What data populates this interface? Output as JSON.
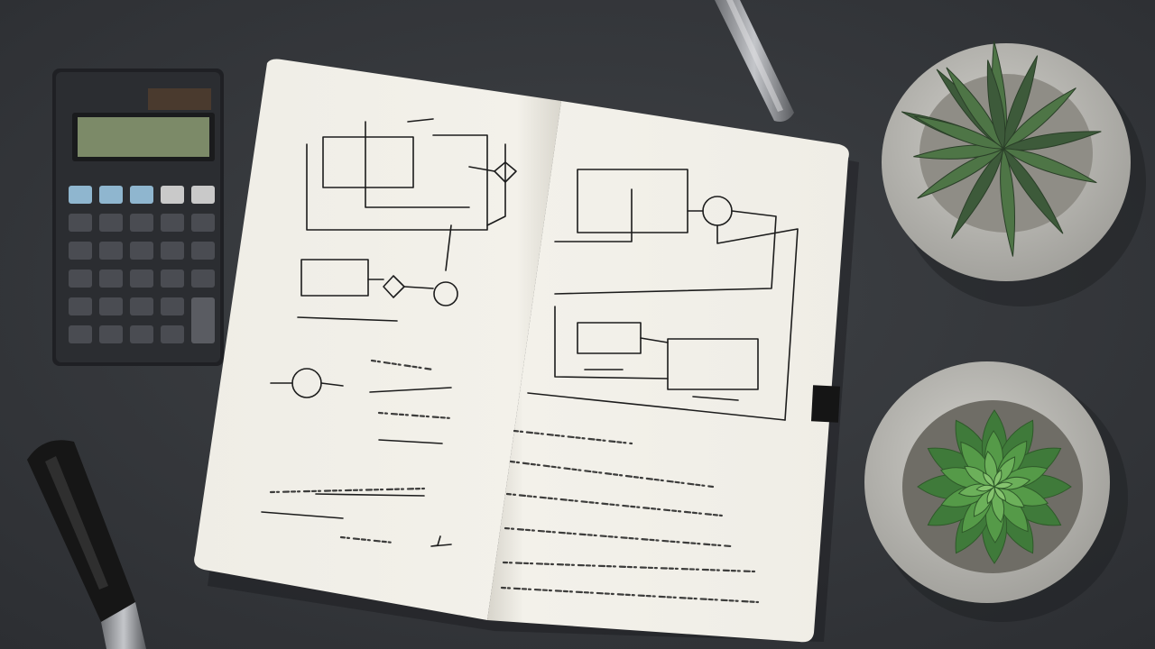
{
  "scene": {
    "description_free": true,
    "colors": {
      "desk": "#34363a",
      "desk_light": "#3d4044",
      "paper": "#f2f0ea",
      "paper_shade": "#dcd9d1",
      "ink": "#1c1c1c",
      "calculator_body": "#2b2d31",
      "calculator_display": "#7c8a68",
      "calculator_key_blue": "#8fb6cf",
      "pot": "#b9b8b3",
      "pot_inner": "#8f8d86",
      "plant_dark": "#3d5a3a",
      "plant_light": "#5f9a4e",
      "pen_black": "#1a1a1a",
      "pen_silver": "#9a9ca0"
    },
    "objects": [
      {
        "name": "calculator",
        "icon": "calculator-icon"
      },
      {
        "name": "open-notebook",
        "icon": "notebook-icon"
      },
      {
        "name": "pen-top",
        "icon": "pen-icon"
      },
      {
        "name": "marker-bottom-left",
        "icon": "marker-icon"
      },
      {
        "name": "aloe-plant-pot",
        "icon": "plant-icon"
      },
      {
        "name": "succulent-plant-pot",
        "icon": "plant-icon"
      }
    ]
  }
}
